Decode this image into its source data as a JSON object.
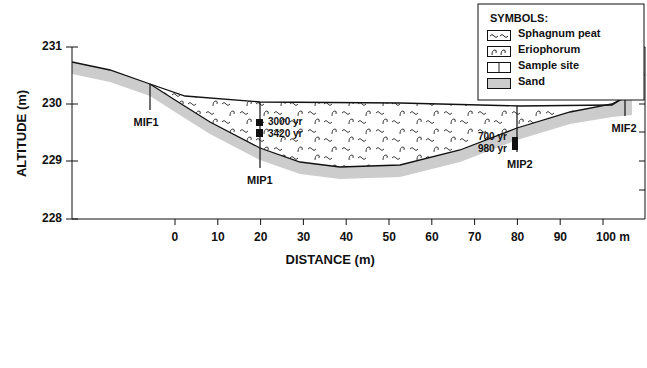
{
  "diagram": {
    "labels": [
      "SYMBOLS:",
      "231",
      "230",
      "229",
      "228",
      "ALTITUDE (m)",
      "0",
      "10",
      "20",
      "30",
      "40",
      "50",
      "60",
      "70",
      "80",
      "90",
      "100 m",
      "DISTANCE (m)",
      "MIF1",
      "MIP1",
      "MIP2",
      "MIF2",
      "3000 yr",
      "3420 yr",
      "700 yr",
      "980 yr"
    ],
    "legend": [
      {
        "text": "Sphagnum peat"
      },
      {
        "text": "Eriophorum"
      },
      {
        "text": "Sample site"
      },
      {
        "text": "Sand",
        "color": "#cccccc"
      }
    ]
  }
}
